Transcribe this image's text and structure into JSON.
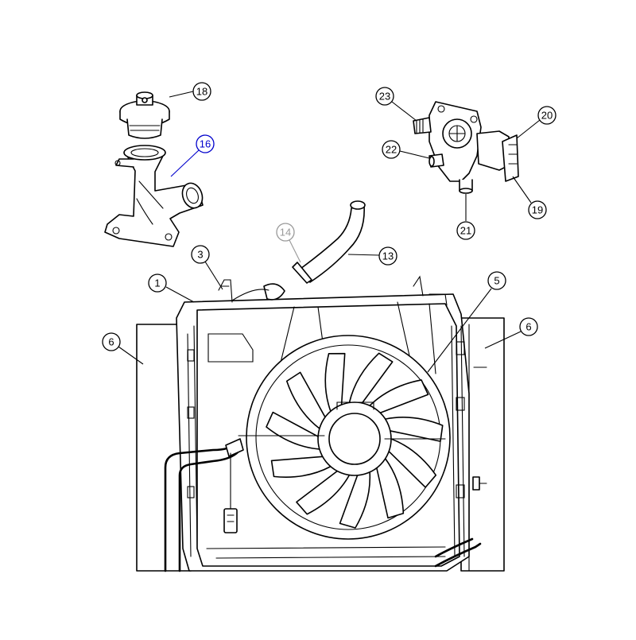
{
  "diagram": {
    "callouts": [
      {
        "id": "c1",
        "label": "1"
      },
      {
        "id": "c3",
        "label": "3"
      },
      {
        "id": "c5",
        "label": "5"
      },
      {
        "id": "c6a",
        "label": "6"
      },
      {
        "id": "c6b",
        "label": "6"
      },
      {
        "id": "c13",
        "label": "13"
      },
      {
        "id": "c14",
        "label": "14"
      },
      {
        "id": "c16",
        "label": "16"
      },
      {
        "id": "c18",
        "label": "18"
      },
      {
        "id": "c19",
        "label": "19"
      },
      {
        "id": "c20",
        "label": "20"
      },
      {
        "id": "c21",
        "label": "21"
      },
      {
        "id": "c22",
        "label": "22"
      },
      {
        "id": "c23",
        "label": "23"
      }
    ],
    "colors": {
      "line": "#000000",
      "highlight": "#0000cc",
      "muted": "#999999",
      "background": "#ffffff"
    }
  }
}
